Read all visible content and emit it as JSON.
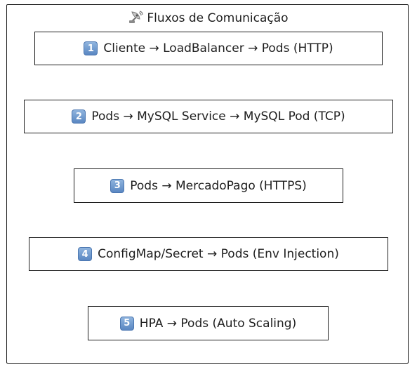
{
  "diagram": {
    "title": "Fluxos de Comunicação",
    "title_icon": "satellite-antenna-icon",
    "flows": [
      {
        "number": "1",
        "label": "Cliente → LoadBalancer → Pods (HTTP)"
      },
      {
        "number": "2",
        "label": "Pods → MySQL Service → MySQL Pod (TCP)"
      },
      {
        "number": "3",
        "label": "Pods → MercadoPago (HTTPS)"
      },
      {
        "number": "4",
        "label": "ConfigMap/Secret → Pods (Env Injection)"
      },
      {
        "number": "5",
        "label": "HPA → Pods (Auto Scaling)"
      }
    ],
    "colors": {
      "stroke": "#1e1e1e",
      "badge": "#5a87c2",
      "background": "#ffffff"
    }
  }
}
